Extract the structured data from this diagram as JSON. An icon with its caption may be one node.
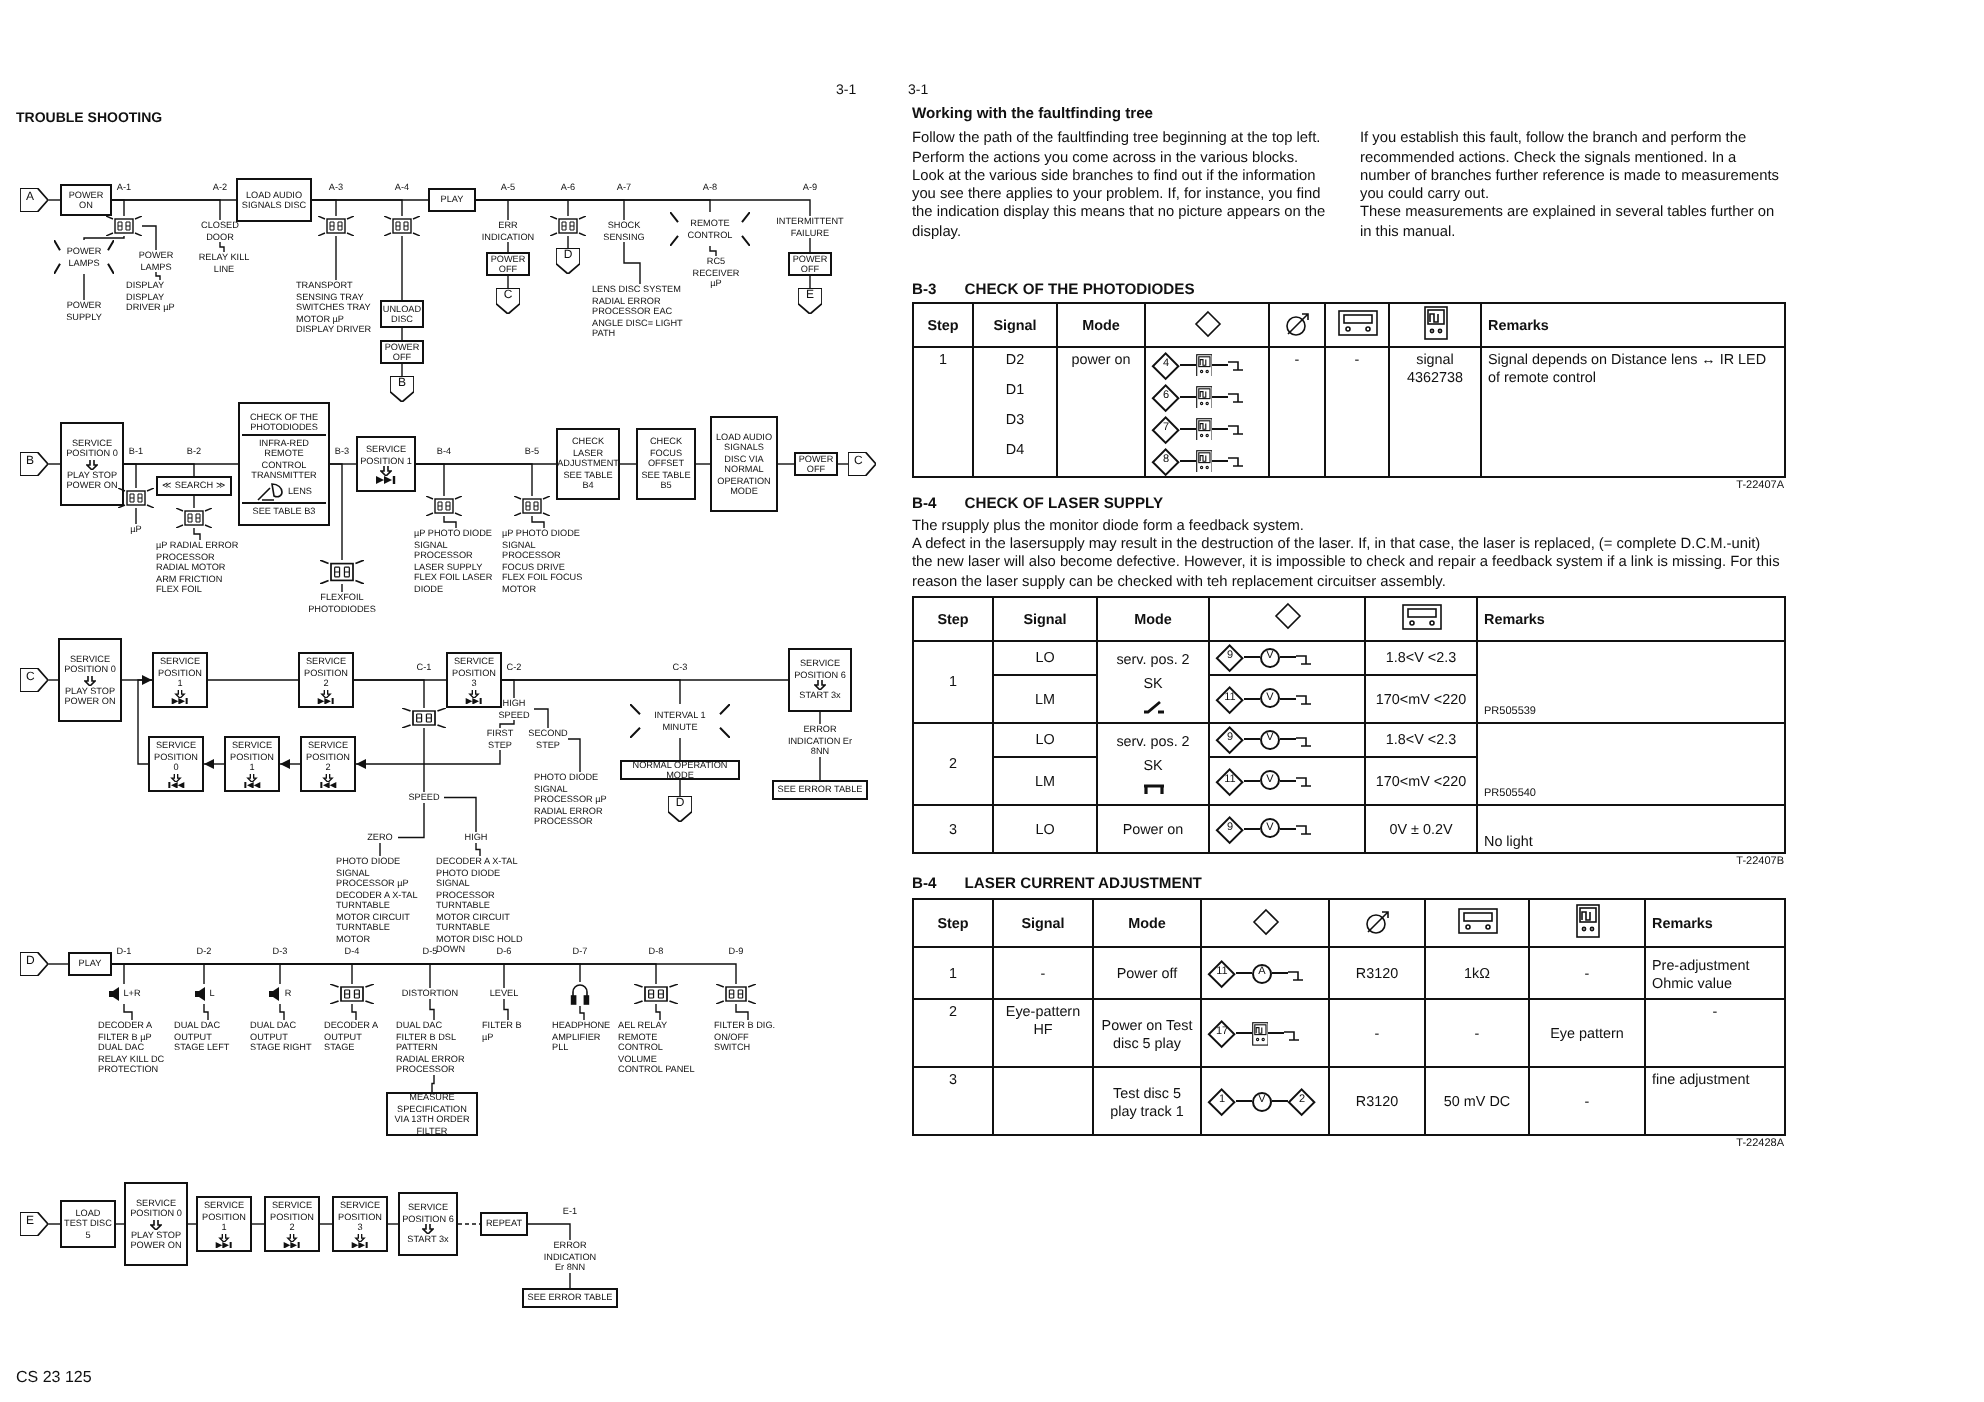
{
  "diagram": {
    "title": "TROUBLE SHOOTING",
    "nodes": [
      {
        "text": [
          "A"
        ]
      },
      {
        "text": [
          "POWER ON"
        ]
      },
      {
        "text": [
          "LOAD AUDIO SIGNALS DISC"
        ]
      },
      {
        "text": [
          "PLAY"
        ]
      },
      {
        "text": [],
        "shape": "picture"
      },
      {
        "text": [
          "POWER LAMPS"
        ]
      },
      {
        "text": [
          "POWER LAMPS"
        ]
      },
      {
        "text": [
          "POWER SUPPLY"
        ]
      },
      {
        "text": [
          "DISPLAY DISPLAY DRIVER µP"
        ]
      },
      {
        "text": [
          "CLOSED DOOR"
        ]
      },
      {
        "text": [
          "RELAY KILL LINE"
        ]
      },
      {
        "text": [],
        "shape": "picture"
      },
      {
        "text": [
          "TRANSPORT SENSING TRAY SWITCHES TRAY MOTOR µP DISPLAY DRIVER"
        ]
      },
      {
        "text": [],
        "shape": "picture"
      },
      {
        "text": [
          "UNLOAD DISC"
        ]
      },
      {
        "text": [
          "POWER OFF"
        ]
      },
      {
        "text": [
          "B"
        ]
      },
      {
        "text": [
          "ERR INDICATION"
        ]
      },
      {
        "text": [
          "POWER OFF"
        ]
      },
      {
        "text": [
          "C"
        ]
      },
      {
        "text": [],
        "shape": "picture"
      },
      {
        "text": [
          "D"
        ]
      },
      {
        "text": [
          "SHOCK SENSING"
        ]
      },
      {
        "text": [
          "LENS DISC SYSTEM RADIAL ERROR PROCESSOR EAC ANGLE DISC= LIGHT PATH"
        ]
      },
      {
        "text": [
          "REMOTE CONTROL"
        ]
      },
      {
        "text": [
          "RC5 RECEIVER µP"
        ]
      },
      {
        "text": [
          "INTERMITTENT FAILURE"
        ]
      },
      {
        "text": [
          "POWER OFF"
        ]
      },
      {
        "text": [
          "E"
        ]
      },
      {
        "text": [
          "B"
        ]
      },
      {
        "text": [
          "SERVICE POSITION 0",
          "PLAY STOP POWER ON"
        ]
      },
      {
        "text": [],
        "shape": "picture"
      },
      {
        "text": [
          "µP"
        ]
      },
      {
        "text": [
          "≪ SEARCH ≫"
        ]
      },
      {
        "text": [],
        "shape": "picture"
      },
      {
        "text": [
          "µP RADIAL ERROR PROCESSOR RADIAL MOTOR ARM FRICTION FLEX FOIL"
        ]
      },
      {
        "text": [
          "CHECK OF THE PHOTODIODES",
          "INFRA-RED REMOTE CONTROL TRANSMITTER",
          "LENS",
          "SEE TABLE B3"
        ]
      },
      {
        "text": [],
        "shape": "picture"
      },
      {
        "text": [
          "FLEXFOIL PHOTODIODES"
        ]
      },
      {
        "text": [
          "SERVICE POSITION 1"
        ]
      },
      {
        "text": [],
        "shape": "picture"
      },
      {
        "text": [
          "µP PHOTO DIODE SIGNAL PROCESSOR LASER SUPPLY FLEX FOIL LASER DIODE"
        ]
      },
      {
        "text": [],
        "shape": "picture"
      },
      {
        "text": [
          "µP PHOTO DIODE SIGNAL PROCESSOR FOCUS DRIVE FLEX FOIL FOCUS MOTOR"
        ]
      },
      {
        "text": [
          "CHECK LASER ADJUSTMENT SEE TABLE B4"
        ]
      },
      {
        "text": [
          "CHECK FOCUS OFFSET SEE TABLE B5"
        ]
      },
      {
        "text": [
          "LOAD AUDIO SIGNALS DISC VIA NORMAL OPERATION MODE"
        ]
      },
      {
        "text": [
          "POWER OFF"
        ]
      },
      {
        "text": [
          "C"
        ]
      },
      {
        "text": [
          "C"
        ]
      },
      {
        "text": [
          "SERVICE POSITION 0",
          "PLAY STOP POWER ON"
        ]
      },
      {
        "text": [
          "SERVICE POSITION 1"
        ]
      },
      {
        "text": [
          "SERVICE POSITION 2"
        ]
      },
      {
        "text": [
          "SERVICE POSITION 3"
        ]
      },
      {
        "text": [
          "SERVICE POSITION 6",
          "START 3x"
        ]
      },
      {
        "text": [
          "SERVICE POSITION 0"
        ]
      },
      {
        "text": [
          "SERVICE POSITION 1"
        ]
      },
      {
        "text": [
          "SERVICE POSITION 2"
        ]
      },
      {
        "text": [],
        "shape": "picture"
      },
      {
        "text": [
          "SPEED"
        ]
      },
      {
        "text": [
          "ZERO"
        ]
      },
      {
        "text": [
          "HIGH"
        ]
      },
      {
        "text": [
          "PHOTO DIODE SIGNAL PROCESSOR µP DECODER A X-TAL TURNTABLE MOTOR CIRCUIT TURNTABLE MOTOR"
        ]
      },
      {
        "text": [
          "DECODER A X-TAL PHOTO DIODE SIGNAL PROCESSOR TURNTABLE MOTOR CIRCUIT TURNTABLE MOTOR DISC HOLD DOWN"
        ]
      },
      {
        "text": [
          "HIGH SPEED"
        ]
      },
      {
        "text": [
          "FIRST STEP"
        ]
      },
      {
        "text": [
          "SECOND STEP"
        ]
      },
      {
        "text": [
          "PHOTO DIODE SIGNAL PROCESSOR µP RADIAL ERROR PROCESSOR"
        ]
      },
      {
        "text": [
          "INTERVAL 1 MINUTE"
        ]
      },
      {
        "text": [
          "NORMAL OPERATION MODE"
        ]
      },
      {
        "text": [
          "D"
        ]
      },
      {
        "text": [
          "ERROR INDICATION Er 8NN"
        ]
      },
      {
        "text": [
          "SEE ERROR TABLE"
        ]
      },
      {
        "text": [
          "D"
        ]
      },
      {
        "text": [
          "PLAY"
        ]
      },
      {
        "text": [
          "L+R"
        ]
      },
      {
        "text": [
          "DECODER A FILTER B µP DUAL DAC RELAY KILL DC PROTECTION"
        ]
      },
      {
        "text": [
          "L"
        ]
      },
      {
        "text": [
          "DUAL DAC OUTPUT STAGE LEFT"
        ]
      },
      {
        "text": [
          "R"
        ]
      },
      {
        "text": [
          "DUAL DAC OUTPUT STAGE RIGHT"
        ]
      },
      {
        "text": [],
        "shape": "picture"
      },
      {
        "text": [
          "DECODER A OUTPUT STAGE"
        ]
      },
      {
        "text": [
          "DISTORTION"
        ]
      },
      {
        "text": [
          "DUAL DAC FILTER B DSL PATTERN RADIAL ERROR PROCESSOR"
        ]
      },
      {
        "text": [
          "MEASURE SPECIFICATION VIA 13TH ORDER FILTER"
        ]
      },
      {
        "text": [
          "LEVEL"
        ]
      },
      {
        "text": [
          "FILTER B µP"
        ]
      },
      {
        "text": [],
        "shape": "picture"
      },
      {
        "text": [
          "HEADPHONE AMPLIFIER PLL"
        ]
      },
      {
        "text": [],
        "shape": "picture"
      },
      {
        "text": [
          "AEL RELAY REMOTE CONTROL VOLUME CONTROL PANEL"
        ]
      },
      {
        "text": [],
        "shape": "picture"
      },
      {
        "text": [
          "FILTER B DIG. ON/OFF SWITCH"
        ]
      },
      {
        "text": [
          "E"
        ]
      },
      {
        "text": [
          "LOAD",
          "TEST DISC 5"
        ]
      },
      {
        "text": [
          "SERVICE POSITION 0",
          "PLAY STOP POWER ON"
        ]
      },
      {
        "text": [
          "SERVICE POSITION 1"
        ]
      },
      {
        "text": [
          "SERVICE POSITION 2"
        ]
      },
      {
        "text": [
          "SERVICE POSITION 3"
        ]
      },
      {
        "text": [
          "SERVICE POSITION 6",
          "START 3x"
        ]
      },
      {
        "text": [
          "REPEAT"
        ]
      },
      {
        "text": [
          "ERROR INDICATION Er 8NN"
        ]
      },
      {
        "text": [
          "SEE ERROR TABLE"
        ]
      }
    ],
    "edges": [
      {
        "from": 0,
        "to": 1,
        "arrow": "none"
      },
      {
        "from": 1,
        "to": 2,
        "arrow": "none"
      },
      {
        "from": 2,
        "to": 3,
        "arrow": "none"
      },
      {
        "from": 1,
        "to": 4,
        "arrow": "none"
      },
      {
        "from": 4,
        "to": 5,
        "arrow": "none"
      },
      {
        "from": 4,
        "to": 6,
        "arrow": "none"
      },
      {
        "from": 5,
        "to": 7,
        "arrow": "none"
      },
      {
        "from": 6,
        "to": 8,
        "arrow": "none"
      },
      {
        "from": 1,
        "to": 9,
        "arrow": "none"
      },
      {
        "from": 9,
        "to": 10,
        "arrow": "none"
      },
      {
        "from": 2,
        "to": 11,
        "arrow": "none"
      },
      {
        "from": 11,
        "to": 12,
        "arrow": "none"
      },
      {
        "from": 2,
        "to": 13,
        "arrow": "none"
      },
      {
        "from": 13,
        "to": 14,
        "arrow": "none"
      },
      {
        "from": 14,
        "to": 15,
        "arrow": "none"
      },
      {
        "from": 15,
        "to": 16,
        "arrow": "none"
      },
      {
        "from": 3,
        "to": 17,
        "arrow": "none"
      },
      {
        "from": 17,
        "to": 18,
        "arrow": "none"
      },
      {
        "from": 18,
        "to": 19,
        "arrow": "none"
      },
      {
        "from": 3,
        "to": 20,
        "arrow": "none"
      },
      {
        "from": 20,
        "to": 21,
        "arrow": "none"
      },
      {
        "from": 3,
        "to": 22,
        "arrow": "none"
      },
      {
        "from": 22,
        "to": 23,
        "arrow": "none"
      },
      {
        "from": 3,
        "to": 24,
        "arrow": "none"
      },
      {
        "from": 24,
        "to": 25,
        "arrow": "none"
      },
      {
        "from": 3,
        "to": 26,
        "arrow": "none"
      },
      {
        "from": 26,
        "to": 27,
        "arrow": "none"
      },
      {
        "from": 27,
        "to": 28,
        "arrow": "none"
      },
      {
        "from": 29,
        "to": 30,
        "arrow": "none"
      },
      {
        "from": 30,
        "to": 36,
        "arrow": "none"
      },
      {
        "from": 36,
        "to": 39,
        "arrow": "none"
      },
      {
        "from": 39,
        "to": 44,
        "arrow": "none"
      },
      {
        "from": 44,
        "to": 45,
        "arrow": "none"
      },
      {
        "from": 45,
        "to": 46,
        "arrow": "none"
      },
      {
        "from": 46,
        "to": 47,
        "arrow": "none"
      },
      {
        "from": 47,
        "to": 48,
        "arrow": "none"
      },
      {
        "from": 30,
        "to": 31,
        "arrow": "none"
      },
      {
        "from": 31,
        "to": 32,
        "arrow": "none"
      },
      {
        "from": 30,
        "to": 33,
        "arrow": "none"
      },
      {
        "from": 33,
        "to": 34,
        "arrow": "none"
      },
      {
        "from": 34,
        "to": 35,
        "arrow": "none"
      },
      {
        "from": 36,
        "to": 37,
        "arrow": "none"
      },
      {
        "from": 37,
        "to": 38,
        "arrow": "none"
      },
      {
        "from": 39,
        "to": 40,
        "arrow": "none"
      },
      {
        "from": 40,
        "to": 41,
        "arrow": "none"
      },
      {
        "from": 39,
        "to": 42,
        "arrow": "none"
      },
      {
        "from": 42,
        "to": 43,
        "arrow": "none"
      },
      {
        "from": 49,
        "to": 50,
        "arrow": "none"
      },
      {
        "from": 50,
        "to": 51,
        "arrow": "none"
      },
      {
        "from": 51,
        "to": 52,
        "arrow": "none"
      },
      {
        "from": 52,
        "to": 53,
        "arrow": "none"
      },
      {
        "from": 53,
        "to": 54,
        "arrow": "none"
      },
      {
        "from": 52,
        "to": 58,
        "arrow": "none"
      },
      {
        "from": 58,
        "to": 59,
        "arrow": "none"
      },
      {
        "from": 59,
        "to": 60,
        "arrow": "none"
      },
      {
        "from": 59,
        "to": 61,
        "arrow": "none"
      },
      {
        "from": 60,
        "to": 62,
        "arrow": "none"
      },
      {
        "from": 61,
        "to": 63,
        "arrow": "none"
      },
      {
        "from": 53,
        "to": 64,
        "arrow": "none"
      },
      {
        "from": 64,
        "to": 65,
        "arrow": "none"
      },
      {
        "from": 64,
        "to": 66,
        "arrow": "none"
      },
      {
        "from": 66,
        "to": 67,
        "arrow": "none"
      },
      {
        "from": 65,
        "to": 57,
        "arrow": "to"
      },
      {
        "from": 57,
        "to": 56,
        "arrow": "to"
      },
      {
        "from": 56,
        "to": 55,
        "arrow": "to"
      },
      {
        "from": 55,
        "to": 51,
        "arrow": "to"
      },
      {
        "from": 53,
        "to": 68,
        "arrow": "none"
      },
      {
        "from": 68,
        "to": 69,
        "arrow": "none"
      },
      {
        "from": 69,
        "to": 70,
        "arrow": "none"
      },
      {
        "from": 54,
        "to": 71,
        "arrow": "none"
      },
      {
        "from": 71,
        "to": 72,
        "arrow": "none"
      },
      {
        "from": 73,
        "to": 74,
        "arrow": "none"
      },
      {
        "from": 74,
        "to": 75,
        "arrow": "none"
      },
      {
        "from": 75,
        "to": 76,
        "arrow": "none"
      },
      {
        "from": 74,
        "to": 77,
        "arrow": "none"
      },
      {
        "from": 77,
        "to": 78,
        "arrow": "none"
      },
      {
        "from": 74,
        "to": 79,
        "arrow": "none"
      },
      {
        "from": 79,
        "to": 80,
        "arrow": "none"
      },
      {
        "from": 74,
        "to": 81,
        "arrow": "none"
      },
      {
        "from": 81,
        "to": 82,
        "arrow": "none"
      },
      {
        "from": 74,
        "to": 83,
        "arrow": "none"
      },
      {
        "from": 83,
        "to": 84,
        "arrow": "none"
      },
      {
        "from": 84,
        "to": 85,
        "arrow": "none"
      },
      {
        "from": 74,
        "to": 86,
        "arrow": "none"
      },
      {
        "from": 86,
        "to": 87,
        "arrow": "none"
      },
      {
        "from": 74,
        "to": 88,
        "arrow": "none"
      },
      {
        "from": 88,
        "to": 89,
        "arrow": "none"
      },
      {
        "from": 74,
        "to": 90,
        "arrow": "none"
      },
      {
        "from": 90,
        "to": 91,
        "arrow": "none"
      },
      {
        "from": 74,
        "to": 92,
        "arrow": "none"
      },
      {
        "from": 92,
        "to": 93,
        "arrow": "none"
      },
      {
        "from": 94,
        "to": 95,
        "arrow": "none"
      },
      {
        "from": 95,
        "to": 96,
        "arrow": "none"
      },
      {
        "from": 96,
        "to": 97,
        "arrow": "none"
      },
      {
        "from": 97,
        "to": 98,
        "arrow": "none"
      },
      {
        "from": 98,
        "to": 99,
        "arrow": "none"
      },
      {
        "from": 99,
        "to": 100,
        "arrow": "none"
      },
      {
        "from": 100,
        "to": 101,
        "arrow": "none",
        "style": "dashed"
      },
      {
        "from": 101,
        "to": 102,
        "arrow": "none"
      },
      {
        "from": 102,
        "to": 103,
        "arrow": "none"
      }
    ],
    "labels": [
      "3-1",
      "3-1",
      "A-1",
      "A-2",
      "A-3",
      "A-4",
      "A-5",
      "A-6",
      "A-7",
      "A-8",
      "A-9",
      "B-1",
      "B-2",
      "B-3",
      "B-4",
      "B-5",
      "C-1",
      "C-2",
      "C-3",
      "D-1",
      "D-2",
      "D-3",
      "D-4",
      "D-5",
      "D-6",
      "D-7",
      "D-8",
      "D-9",
      "E-1",
      "CS 23 125",
      "Working with the faultfinding tree",
      "Follow the path of the faultfinding tree beginning at the top left. Perform the actions you come across in the various blocks.",
      "Look at the various side branches to find out if the information you see there applies to your problem. If, for instance, you find the indication display this means that no picture appears on the display.",
      "If you establish this fault, follow the branch and perform the recommended actions. Check the signals mentioned. In a number of branches further reference is made to measurements you could carry out.",
      "These measurements are explained in several tables further on in this manual.",
      "B-3",
      "CHECK OF THE PHOTODIODES",
      "Step",
      "Signal",
      "Mode",
      "Remarks",
      "1",
      "D2",
      "D1",
      "D3",
      "D4",
      "power on",
      "4",
      "6",
      "7",
      "8",
      "-",
      "-",
      "signal 4362738",
      "Signal depends on Distance lens ↔ IR LED of remote control",
      "T-22407A",
      "B-4",
      "CHECK OF LASER SUPPLY",
      "The rsupply plus the monitor diode form a feedback system.",
      "A defect in the lasersupply may result in the destruction of the laser. If, in that case, the laser is replaced, (= complete D.C.M.-unit) the new laser will also become defective. However, it is impossible to check and repair a feedback system if a link is missing. For this reason the laser supply can be checked with teh replacement circuitser assembly.",
      "Step",
      "Signal",
      "Mode",
      "Remarks",
      "1",
      "LO",
      "LM",
      "serv. pos. 2",
      "SK",
      "9",
      "V",
      "11",
      "V",
      "1.8<V <2.3",
      "170<mV <220",
      "PR505539",
      "2",
      "LO",
      "LM",
      "serv. pos. 2",
      "SK",
      "9",
      "V",
      "11",
      "V",
      "1.8<V <2.3",
      "170<mV <220",
      "PR505540",
      "3",
      "LO",
      "Power on",
      "9",
      "V",
      "0V ± 0.2V",
      "No light",
      "T-22407B",
      "B-4",
      "LASER CURRENT ADJUSTMENT",
      "Step",
      "Signal",
      "Mode",
      "Remarks",
      "1",
      "-",
      "Power off",
      "11",
      "A",
      "R3120",
      "1kΩ",
      "-",
      "Pre-adjustment Ohmic value",
      "2",
      "Eye-pattern HF",
      "Power on Test disc 5 play",
      "17",
      "-",
      "-",
      "Eye pattern",
      "-",
      "3",
      "Test disc 5 play track 1",
      "1",
      "V",
      "2",
      "R3120",
      "50 mV DC",
      "-",
      "fine adjustment",
      "T-22428A"
    ]
  }
}
